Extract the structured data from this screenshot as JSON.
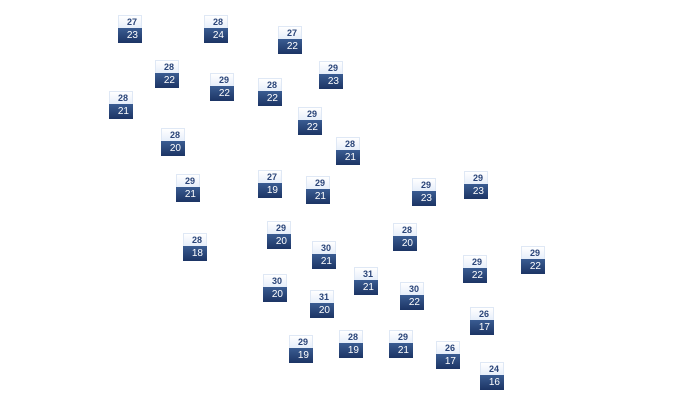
{
  "stations": [
    {
      "high": "27",
      "low": "23"
    },
    {
      "high": "28",
      "low": "24"
    },
    {
      "high": "27",
      "low": "22"
    },
    {
      "high": "28",
      "low": "22"
    },
    {
      "high": "29",
      "low": "22"
    },
    {
      "high": "28",
      "low": "22"
    },
    {
      "high": "29",
      "low": "23"
    },
    {
      "high": "28",
      "low": "21"
    },
    {
      "high": "29",
      "low": "22"
    },
    {
      "high": "28",
      "low": "20"
    },
    {
      "high": "28",
      "low": "21"
    },
    {
      "high": "29",
      "low": "21"
    },
    {
      "high": "27",
      "low": "19"
    },
    {
      "high": "29",
      "low": "21"
    },
    {
      "high": "29",
      "low": "23"
    },
    {
      "high": "29",
      "low": "23"
    },
    {
      "high": "29",
      "low": "20"
    },
    {
      "high": "28",
      "low": "20"
    },
    {
      "high": "30",
      "low": "21"
    },
    {
      "high": "29",
      "low": "22"
    },
    {
      "high": "29",
      "low": "22"
    },
    {
      "high": "31",
      "low": "21"
    },
    {
      "high": "30",
      "low": "20"
    },
    {
      "high": "30",
      "low": "22"
    },
    {
      "high": "31",
      "low": "20"
    },
    {
      "high": "26",
      "low": "17"
    },
    {
      "high": "29",
      "low": "19"
    },
    {
      "high": "28",
      "low": "19"
    },
    {
      "high": "29",
      "low": "21"
    },
    {
      "high": "26",
      "low": "17"
    },
    {
      "high": "24",
      "low": "16"
    },
    {
      "high": "28",
      "low": "18"
    }
  ]
}
